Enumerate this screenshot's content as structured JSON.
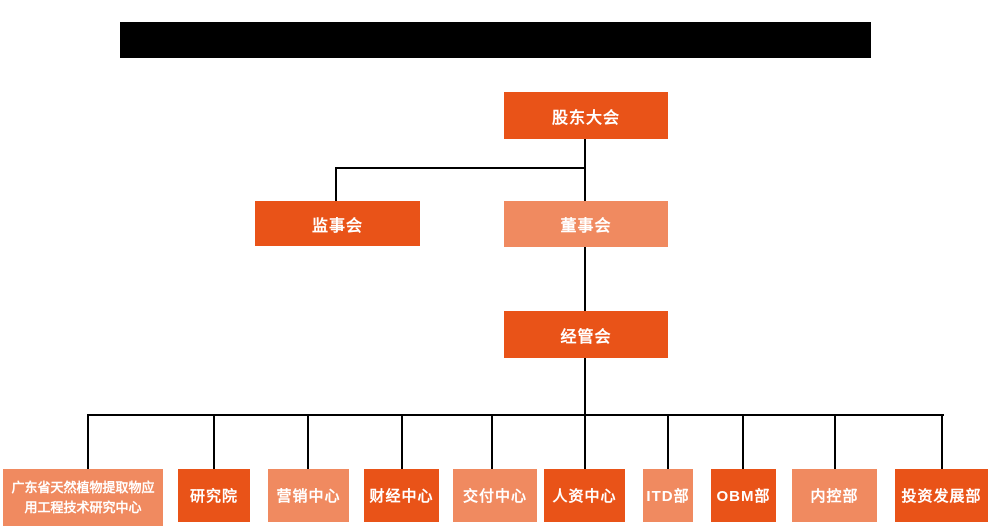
{
  "header": {
    "redacted_title": ""
  },
  "colors": {
    "primary_orange": "#E95318",
    "light_orange": "#F08A60",
    "node_text": "#FFFFFF",
    "connector_line": "#000000",
    "redaction_black": "#000000",
    "background": "#FFFFFF"
  },
  "org_chart": {
    "type": "organization-chart",
    "nodes": [
      {
        "id": "shareholders-meeting",
        "label": "股东大会",
        "level": 1,
        "variant": "dark"
      },
      {
        "id": "supervisory-board",
        "label": "监事会",
        "level": 2,
        "variant": "dark"
      },
      {
        "id": "board-of-directors",
        "label": "董事会",
        "level": 2,
        "variant": "light"
      },
      {
        "id": "management-committee",
        "label": "经管会",
        "level": 3,
        "variant": "dark"
      },
      {
        "id": "gd-natural-plant-extract-research-center",
        "label": "广东省天然植物提取物应用工程技术研究中心",
        "level": 4,
        "variant": "light"
      },
      {
        "id": "research-institute",
        "label": "研究院",
        "level": 4,
        "variant": "dark"
      },
      {
        "id": "marketing-center",
        "label": "营销中心",
        "level": 4,
        "variant": "light"
      },
      {
        "id": "finance-center",
        "label": "财经中心",
        "level": 4,
        "variant": "dark"
      },
      {
        "id": "delivery-center",
        "label": "交付中心",
        "level": 4,
        "variant": "light"
      },
      {
        "id": "hr-center",
        "label": "人资中心",
        "level": 4,
        "variant": "dark"
      },
      {
        "id": "itd-dept",
        "label": "ITD部",
        "level": 4,
        "variant": "light"
      },
      {
        "id": "obm-dept",
        "label": "OBM部",
        "level": 4,
        "variant": "dark"
      },
      {
        "id": "internal-control-dept",
        "label": "内控部",
        "level": 4,
        "variant": "light"
      },
      {
        "id": "investment-dev-dept",
        "label": "投资发展部",
        "level": 4,
        "variant": "dark"
      }
    ],
    "edges": [
      {
        "from": "shareholders-meeting",
        "to": "supervisory-board"
      },
      {
        "from": "shareholders-meeting",
        "to": "board-of-directors"
      },
      {
        "from": "board-of-directors",
        "to": "management-committee"
      },
      {
        "from": "management-committee",
        "to": "gd-natural-plant-extract-research-center"
      },
      {
        "from": "management-committee",
        "to": "research-institute"
      },
      {
        "from": "management-committee",
        "to": "marketing-center"
      },
      {
        "from": "management-committee",
        "to": "finance-center"
      },
      {
        "from": "management-committee",
        "to": "delivery-center"
      },
      {
        "from": "management-committee",
        "to": "hr-center"
      },
      {
        "from": "management-committee",
        "to": "itd-dept"
      },
      {
        "from": "management-committee",
        "to": "obm-dept"
      },
      {
        "from": "management-committee",
        "to": "internal-control-dept"
      },
      {
        "from": "management-committee",
        "to": "investment-dev-dept"
      }
    ]
  }
}
